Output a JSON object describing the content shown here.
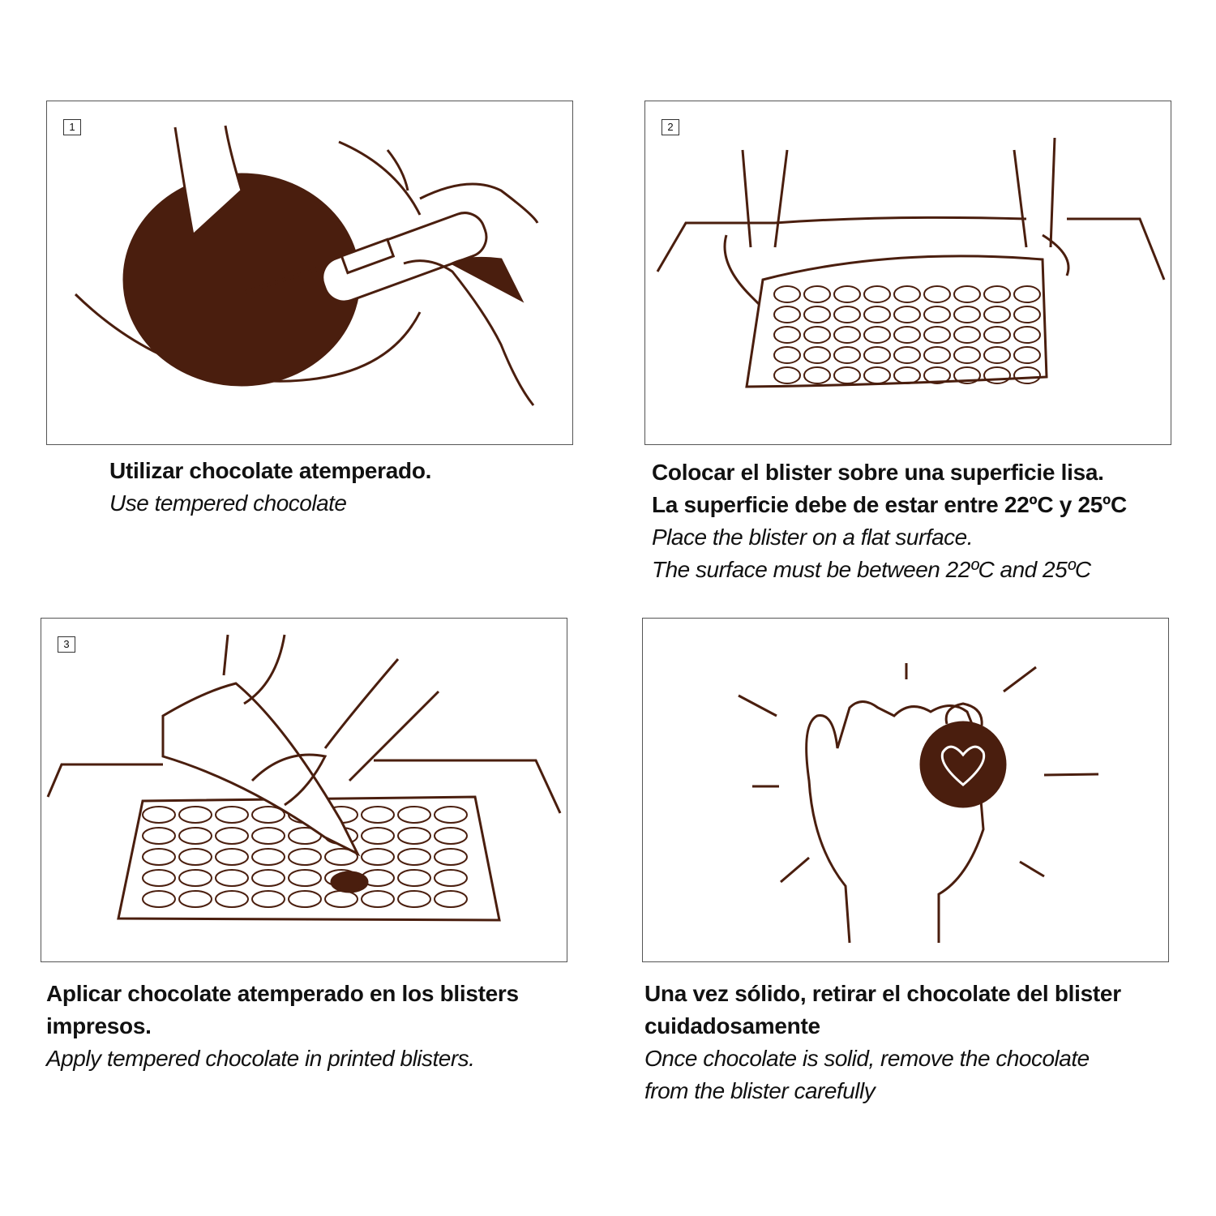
{
  "colors": {
    "chocolate": "#4a1e0e",
    "line": "#4a1e0e"
  },
  "steps": [
    {
      "number": "1",
      "es": [
        "Utilizar chocolate atemperado."
      ],
      "en": [
        "Use tempered chocolate"
      ]
    },
    {
      "number": "2",
      "es": [
        "Colocar el blister sobre una superficie lisa.",
        "La superficie debe de estar entre 22ºC y 25ºC"
      ],
      "en": [
        "Place the blister on a flat surface.",
        "The surface must be between 22ºC and 25ºC"
      ]
    },
    {
      "number": "3",
      "es": [
        "Aplicar chocolate atemperado en los blisters",
        "impresos."
      ],
      "en": [
        "Apply tempered chocolate in printed blisters."
      ]
    },
    {
      "es": [
        "Una vez sólido, retirar el chocolate del blister",
        "cuidadosamente"
      ],
      "en": [
        "Once chocolate is solid, remove the  chocolate",
        "from the blister carefully"
      ]
    }
  ]
}
